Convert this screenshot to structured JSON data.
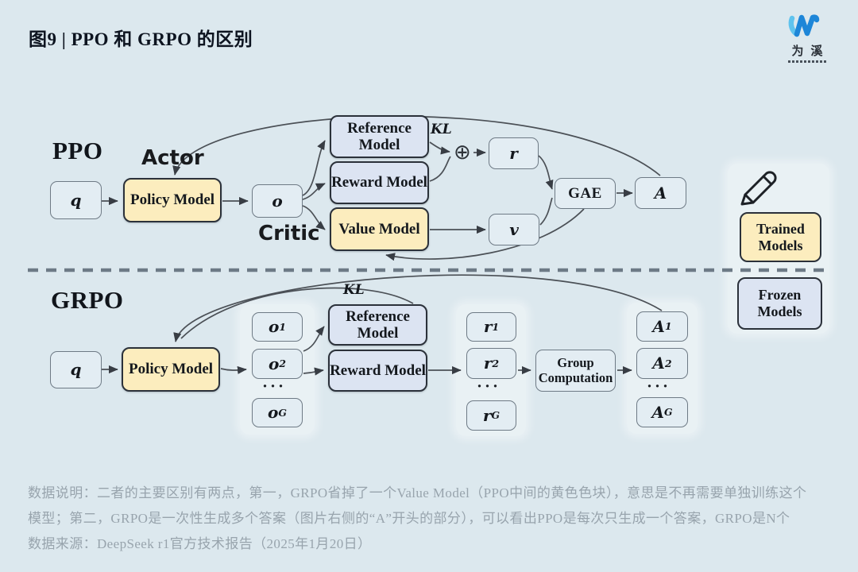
{
  "header": {
    "title": "图9 | PPO 和 GRPO 的区别"
  },
  "logo": {
    "brand": "为溪"
  },
  "diagram": {
    "ppo": {
      "section_label": "PPO",
      "actor_label": "Actor",
      "critic_label": "Critic",
      "kl_label": "KL",
      "oplus": "⊕",
      "q": "q",
      "policy": "Policy Model",
      "o": "o",
      "reference": "Reference Model",
      "reward": "Reward Model",
      "value": "Value Model",
      "r": "r",
      "v": "v",
      "gae": "GAE",
      "a": "A"
    },
    "grpo": {
      "section_label": "GRPO",
      "kl_label": "KL",
      "q": "q",
      "policy": "Policy Model",
      "reference": "Reference Model",
      "reward": "Reward Model",
      "group_computation": "Group Computation",
      "o_base": "o",
      "r_base": "r",
      "a_base": "A",
      "sub1": "1",
      "sub2": "2",
      "subG": "G",
      "ellipsis": "···"
    },
    "legend": {
      "trained": "Trained Models",
      "frozen": "Frozen Models"
    }
  },
  "footer": {
    "note_line1": "数据说明：二者的主要区别有两点，第一，GRPO省掉了一个Value Model（PPO中间的黄色色块），意思是不再需要单独训练这个",
    "note_line2": "模型；第二，GRPO是一次性生成多个答案（图片右侧的“A”开头的部分），可以看出PPO是每次只生成一个答案，GRPO是N个",
    "source": "数据来源：DeepSeek r1官方技术报告（2025年1月20日）"
  },
  "colors": {
    "background": "#dce8ee",
    "trained_fill": "#fcedbe",
    "frozen_fill": "#dce4f2",
    "logo_blue": "#1d86d8",
    "footer_text": "#98a4ad"
  }
}
